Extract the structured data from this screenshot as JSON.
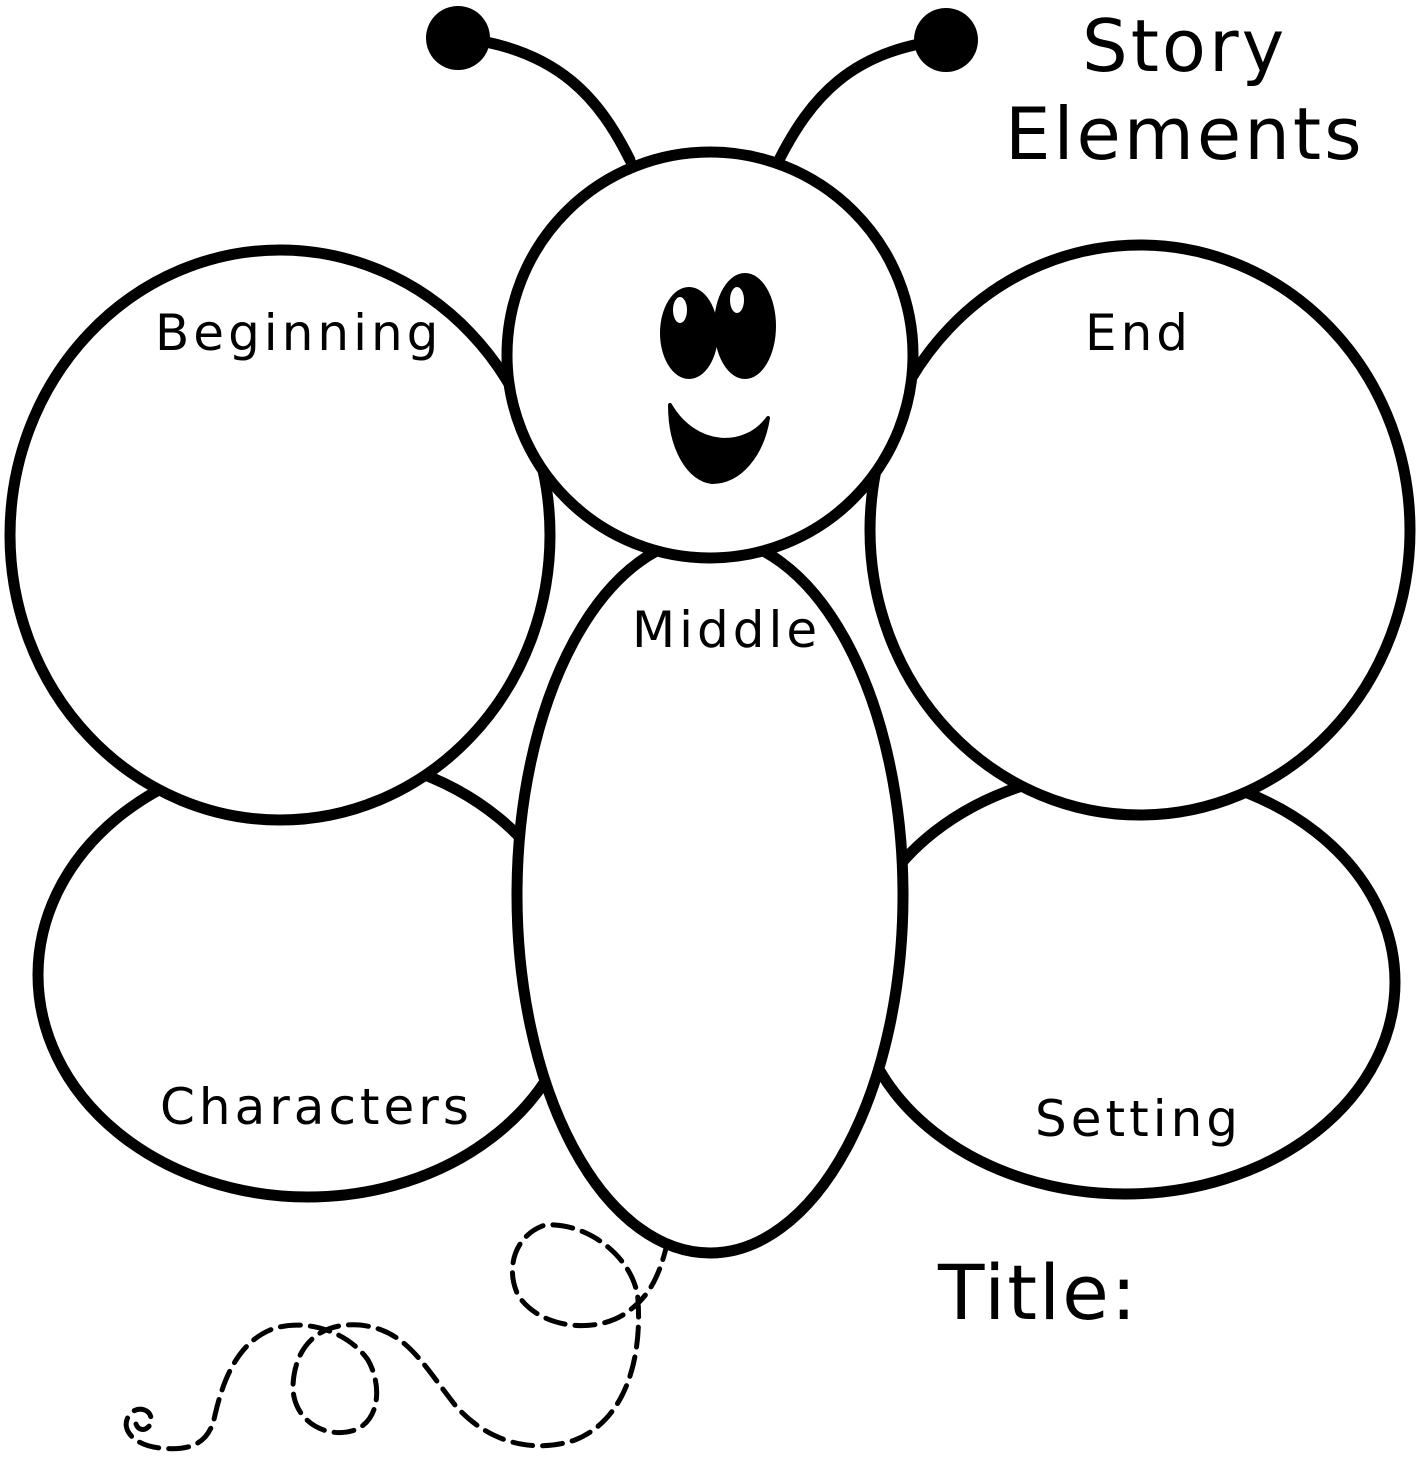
{
  "heading": {
    "line1": "Story",
    "line2": "Elements"
  },
  "sections": {
    "beginning": "Beginning",
    "end": "End",
    "middle": "Middle",
    "characters": "Characters",
    "setting": "Setting"
  },
  "title_label": "Title:",
  "colors": {
    "stroke": "#000000",
    "fill": "#ffffff"
  }
}
